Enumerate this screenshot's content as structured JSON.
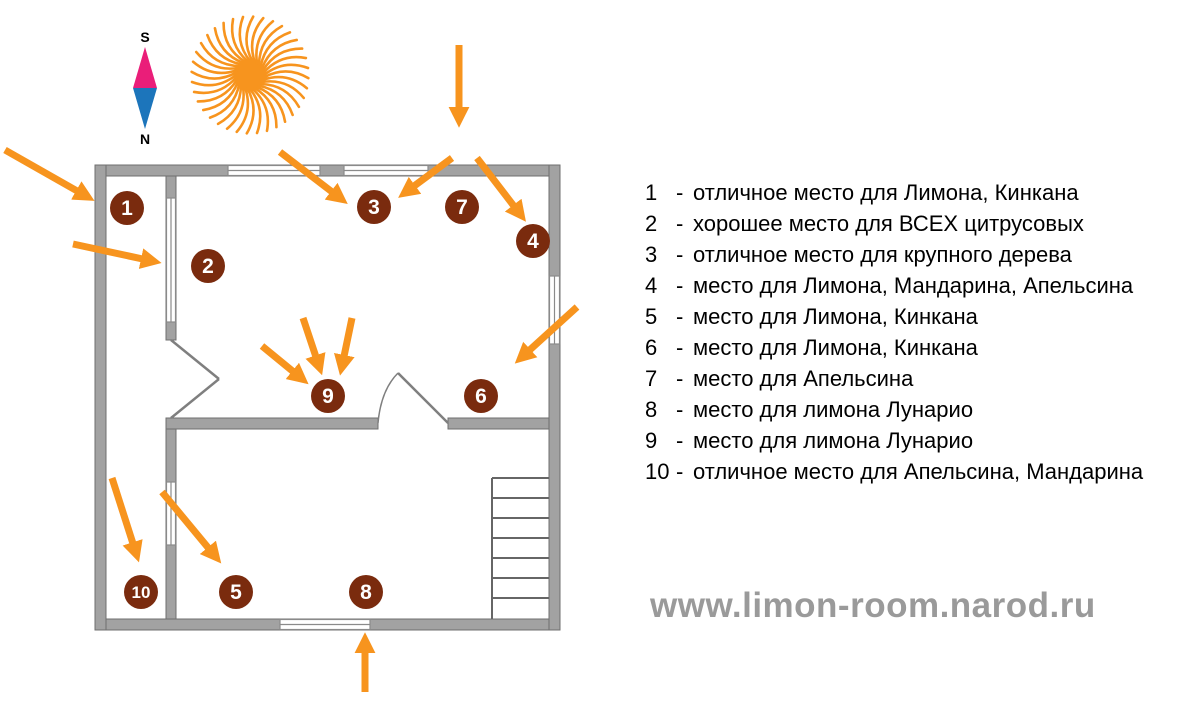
{
  "compass": {
    "south_label": "S",
    "north_label": "N"
  },
  "legend": {
    "separator": "-",
    "items": [
      {
        "num": "1",
        "text": "отличное место для Лимона, Кинкана"
      },
      {
        "num": "2",
        "text": "хорошее место для ВСЕХ цитрусовых"
      },
      {
        "num": "3",
        "text": "отличное место для крупного дерева"
      },
      {
        "num": "4",
        "text": "место для Лимона, Мандарина, Апельсина"
      },
      {
        "num": "5",
        "text": "место для Лимона, Кинкана"
      },
      {
        "num": "6",
        "text": "место для Лимона, Кинкана"
      },
      {
        "num": "7",
        "text": "место для Апельсина"
      },
      {
        "num": "8",
        "text": "место для лимона Лунарио"
      },
      {
        "num": "9",
        "text": "место для лимона Лунарио"
      },
      {
        "num": "10",
        "text": "отличное место для Апельсина, Мандарина"
      }
    ]
  },
  "watermark": "www.limon-room.narod.ru",
  "colors": {
    "arrow_orange": "#F7941E",
    "marker_brown": "#7A2B0E",
    "wall_gray": "#A2A2A2",
    "compass_south_pink": "#EA1E79",
    "compass_north_blue": "#1C75BB",
    "watermark_gray": "#9A9A9A"
  }
}
